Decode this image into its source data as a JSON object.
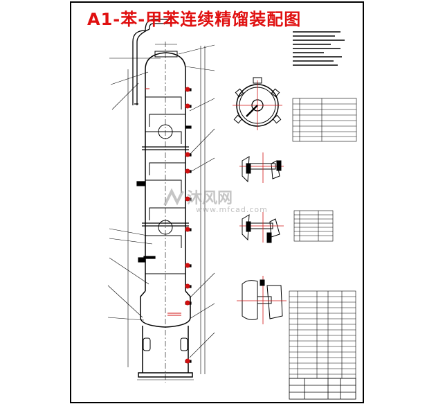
{
  "title": "A1-苯-甲苯连续精馏装配图",
  "watermark": {
    "brand": "沐风网",
    "url": "www.mfcad.com"
  },
  "colors": {
    "line": "#000000",
    "accent": "#d01010",
    "paper": "#ffffff",
    "watermark": "#999999"
  }
}
